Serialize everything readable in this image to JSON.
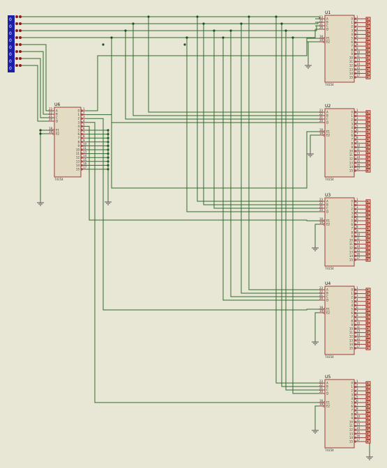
{
  "switch_bank": {
    "states": [
      "0",
      "0",
      "0",
      "0",
      "0",
      "0",
      "0",
      "0"
    ]
  },
  "chips": [
    {
      "ref": "U1",
      "part": "74154"
    },
    {
      "ref": "U2",
      "part": "74154"
    },
    {
      "ref": "U3",
      "part": "74154"
    },
    {
      "ref": "U4",
      "part": "74154"
    },
    {
      "ref": "U5",
      "part": "74154"
    },
    {
      "ref": "U6",
      "part": "74154"
    }
  ],
  "pins": {
    "inputs": [
      "A",
      "B",
      "C",
      "D"
    ],
    "input_nums": [
      "23",
      "22",
      "21",
      "20"
    ],
    "enables": [
      "E1",
      "E2"
    ],
    "enable_nums": [
      "18",
      "19"
    ],
    "outputs": [
      "0",
      "1",
      "2",
      "3",
      "4",
      "5",
      "6",
      "7",
      "8",
      "9",
      "10",
      "11",
      "12",
      "13",
      "14",
      "15"
    ],
    "output_nums": [
      "1",
      "2",
      "3",
      "4",
      "5",
      "6",
      "7",
      "8",
      "9",
      "10",
      "11",
      "13",
      "14",
      "15",
      "16",
      "17"
    ]
  },
  "colors": {
    "background": "#e8e6d4",
    "wire": "#2e6b2e",
    "chip_fill": "#e4dcc2",
    "chip_border": "#9b3b3b",
    "switch_bank": "#1c1fa8"
  }
}
